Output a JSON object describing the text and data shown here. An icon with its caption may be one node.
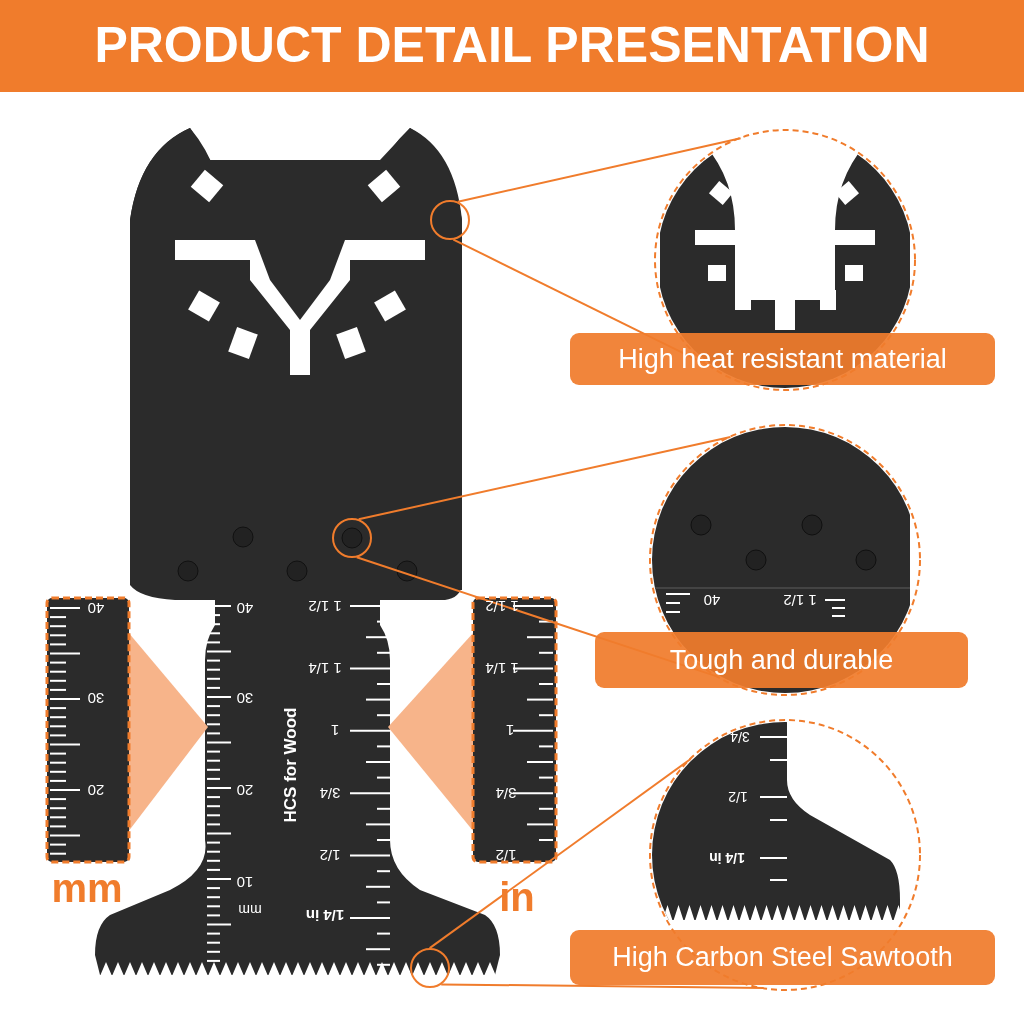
{
  "diagram": {
    "title": "PRODUCT DETAIL PRESENTATION",
    "nodes": [
      {
        "text": [],
        "shape": "circle"
      },
      {
        "text": [
          "High heat resistant material"
        ]
      },
      {
        "text": [],
        "shape": "circle"
      },
      {
        "text": [
          "Tough and durable"
        ]
      },
      {
        "text": [],
        "shape": "circle"
      },
      {
        "text": [
          "High Carbon Steel Sawtooth"
        ]
      }
    ],
    "edges": [
      {
        "from": 0,
        "to": 1,
        "arrow": "none"
      },
      {
        "from": 0,
        "to": 1,
        "arrow": "none"
      },
      {
        "from": 2,
        "to": 3,
        "arrow": "none"
      },
      {
        "from": 2,
        "to": 3,
        "arrow": "none"
      },
      {
        "from": 4,
        "to": 5,
        "arrow": "none"
      },
      {
        "from": 4,
        "to": 5,
        "arrow": "none"
      }
    ],
    "labels": [
      "40",
      "30",
      "20",
      "10",
      "mm",
      "HCS for Wood",
      "1 1/2",
      "1 1/4",
      "1",
      "3/4",
      "1/2",
      "1/4 in",
      "40",
      "30",
      "20",
      "mm",
      "1 1/2",
      "1 1/4",
      "1",
      "3/4",
      "1/2",
      "in",
      "40",
      "1 1/2",
      "3/4",
      "1/2",
      "1/4 in"
    ]
  }
}
